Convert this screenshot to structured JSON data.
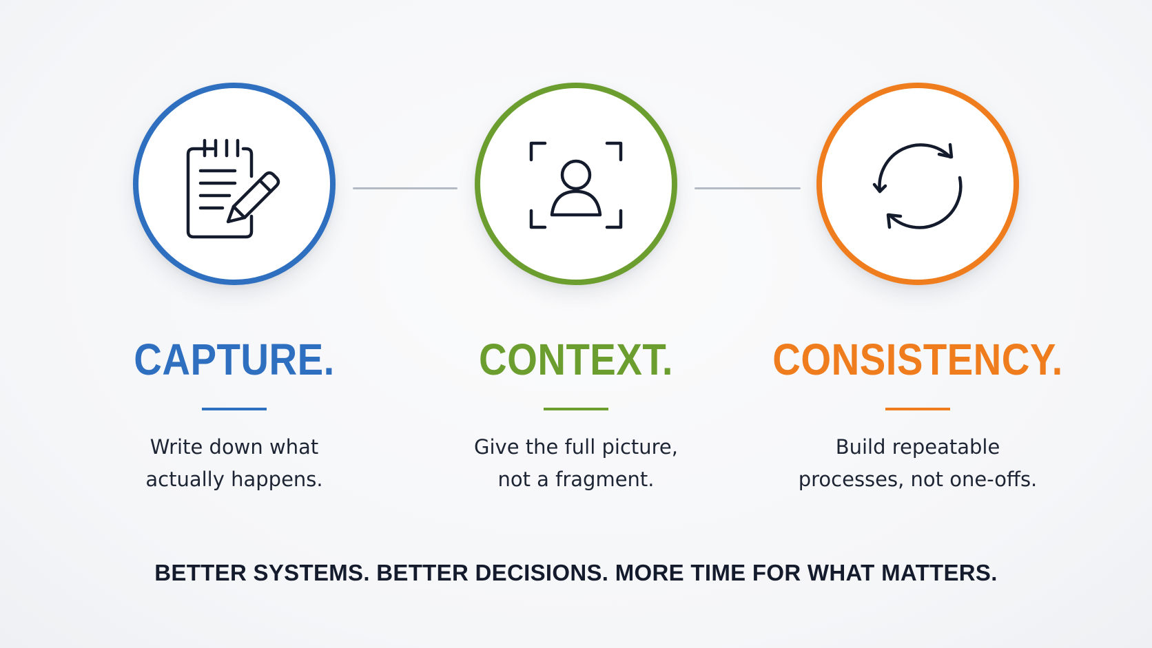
{
  "colors": {
    "capture": "#2f6fc0",
    "context": "#6b9e2f",
    "consistency": "#ef7d1e",
    "icon_stroke": "#141b2c"
  },
  "pillars": [
    {
      "title": "CAPTURE.",
      "icon": "notepad-pencil-icon",
      "description_line1": "Write down what",
      "description_line2": "actually happens."
    },
    {
      "title": "CONTEXT.",
      "icon": "person-focus-frame-icon",
      "description_line1": "Give the full picture,",
      "description_line2": "not a fragment."
    },
    {
      "title": "CONSISTENCY.",
      "icon": "refresh-cycle-icon",
      "description_line1": "Build repeatable",
      "description_line2": "processes, not one-offs."
    }
  ],
  "tagline": "BETTER SYSTEMS. BETTER DECISIONS. MORE TIME FOR WHAT MATTERS."
}
